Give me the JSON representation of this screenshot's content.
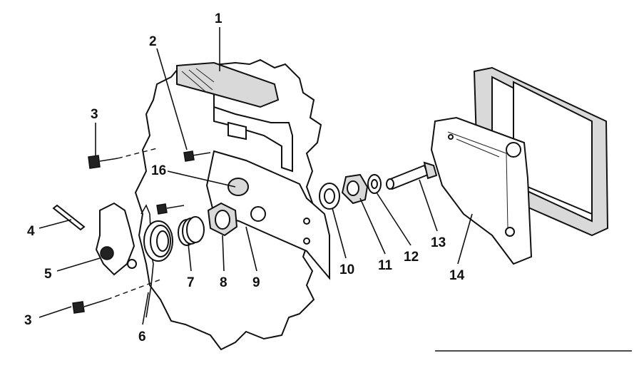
{
  "diagram": {
    "labels": [
      {
        "id": "1",
        "text": "1"
      },
      {
        "id": "2",
        "text": "2"
      },
      {
        "id": "3a",
        "text": "3"
      },
      {
        "id": "3b",
        "text": "3"
      },
      {
        "id": "4",
        "text": "4"
      },
      {
        "id": "5",
        "text": "5"
      },
      {
        "id": "6",
        "text": "6"
      },
      {
        "id": "7",
        "text": "7"
      },
      {
        "id": "8",
        "text": "8"
      },
      {
        "id": "9",
        "text": "9"
      },
      {
        "id": "10",
        "text": "10"
      },
      {
        "id": "11",
        "text": "11"
      },
      {
        "id": "12",
        "text": "12"
      },
      {
        "id": "13",
        "text": "13"
      },
      {
        "id": "14",
        "text": "14"
      },
      {
        "id": "16",
        "text": "16"
      }
    ]
  }
}
